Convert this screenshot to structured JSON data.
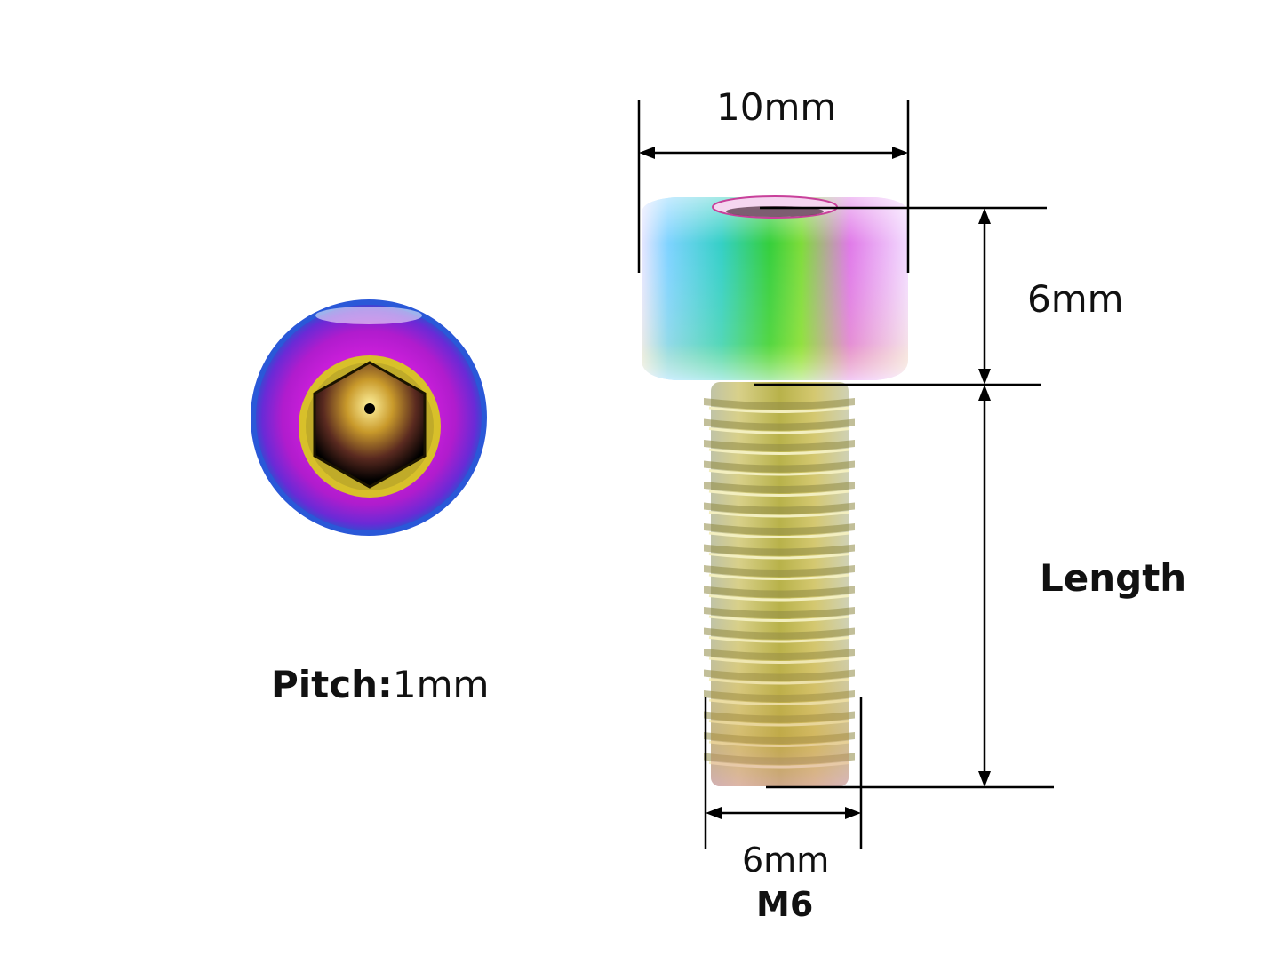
{
  "labels": {
    "head_diameter": "10mm",
    "head_height": "6mm",
    "length": "Length",
    "thread_diameter": "6mm",
    "thread_size": "M6",
    "pitch_label": "Pitch:",
    "pitch_value": "1mm"
  },
  "colors": {
    "line": "#000000",
    "text": "#111111",
    "head_gradient": [
      "#f6d7ef",
      "#7fd0ff",
      "#33d6a6",
      "#3ccb32",
      "#a6e62b",
      "#d061e6",
      "#a05ef0"
    ],
    "shank_gradient": [
      "#c9c08c",
      "#d6c86a",
      "#b6b048",
      "#d6c46b",
      "#c8c070"
    ],
    "top_view_gradient": [
      "#2b52c8",
      "#b01ccd",
      "#e21ee0",
      "#7b1ec5"
    ]
  }
}
